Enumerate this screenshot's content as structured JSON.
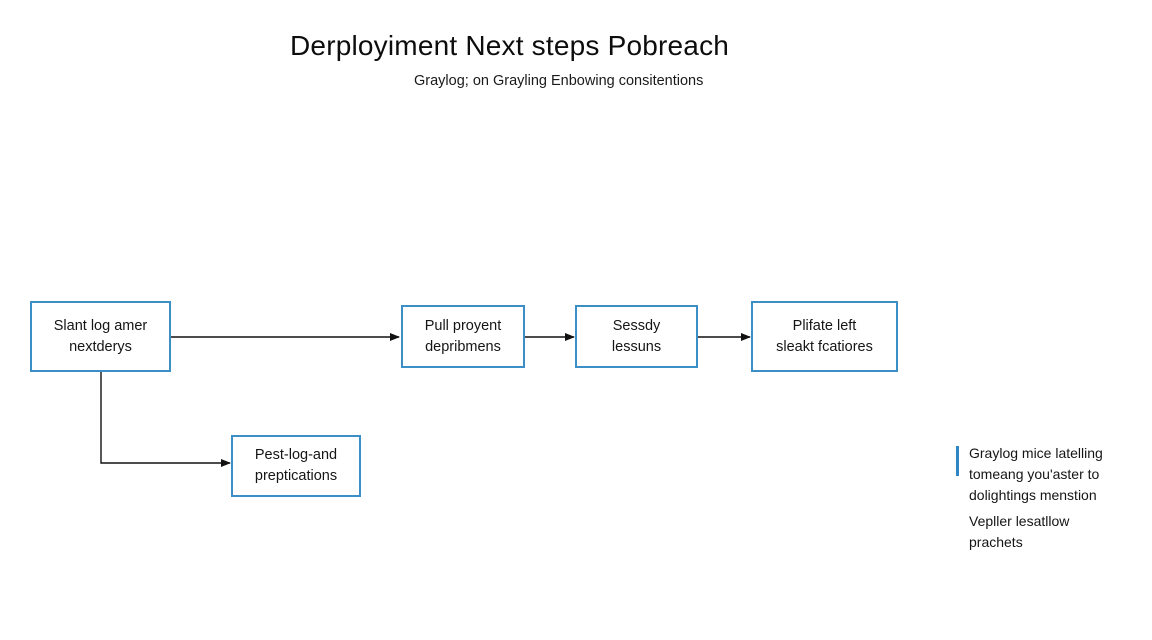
{
  "title": "Derployiment Next steps Pobreach",
  "subtitle": "Graylog; on Grayling Enbowing consitentions",
  "nodes": [
    {
      "id": "start",
      "lines": [
        "Slant log amer",
        "nextderys"
      ]
    },
    {
      "id": "pull",
      "lines": [
        "Pull proyent",
        "depribmens"
      ]
    },
    {
      "id": "sessdy",
      "lines": [
        "Sessdy",
        "lessuns"
      ]
    },
    {
      "id": "plifate",
      "lines": [
        "Plifate left",
        "sleakt fcatiores"
      ]
    },
    {
      "id": "pest",
      "lines": [
        "Pest-log-and",
        "preptications"
      ]
    }
  ],
  "edges": [
    {
      "from": "start",
      "to": "pull"
    },
    {
      "from": "pull",
      "to": "sessdy"
    },
    {
      "from": "sessdy",
      "to": "plifate"
    },
    {
      "from": "start",
      "to": "pest"
    }
  ],
  "note": {
    "lines_a": [
      "Graylog mice latelling",
      "tomeang you'aster to",
      "dolightings menstion"
    ],
    "lines_b": [
      "Vepller lesatllow",
      "prachets"
    ]
  },
  "colors": {
    "node_border": "#3b8fc6",
    "accent_bar": "#2f86c4",
    "edge": "#111111"
  }
}
